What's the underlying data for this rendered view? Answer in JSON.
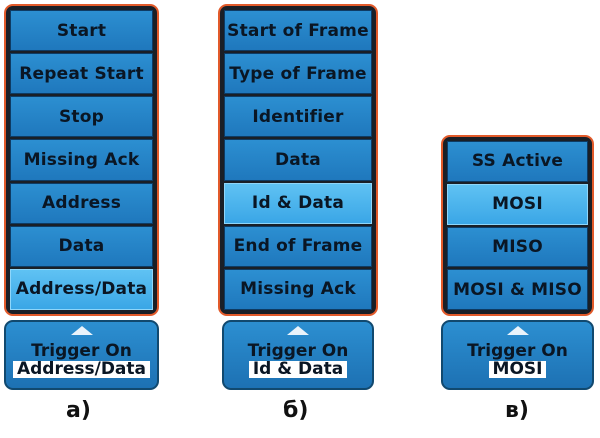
{
  "panels": [
    {
      "items": [
        "Start",
        "Repeat Start",
        "Stop",
        "Missing Ack",
        "Address",
        "Data",
        "Address/Data"
      ],
      "selected": 6,
      "trigger_label": "Trigger On",
      "trigger_value": "Address/Data",
      "caption": "а)"
    },
    {
      "items": [
        "Start of Frame",
        "Type of Frame",
        "Identifier",
        "Data",
        "Id & Data",
        "End of Frame",
        "Missing Ack"
      ],
      "selected": 4,
      "trigger_label": "Trigger On",
      "trigger_value": "Id & Data",
      "caption": "б)"
    },
    {
      "items": [
        "SS Active",
        "MOSI",
        "MISO",
        "MOSI & MISO"
      ],
      "selected": 1,
      "trigger_label": "Trigger On",
      "trigger_value": "MOSI",
      "caption": "в)"
    }
  ],
  "colors": {
    "item": "#1f78bd",
    "item_selected": "#3aa6e6",
    "frame_border": "#e25a2a",
    "frame_background": "#1a1f26"
  },
  "icons": {
    "trigger_arrow": "up-triangle-icon"
  }
}
